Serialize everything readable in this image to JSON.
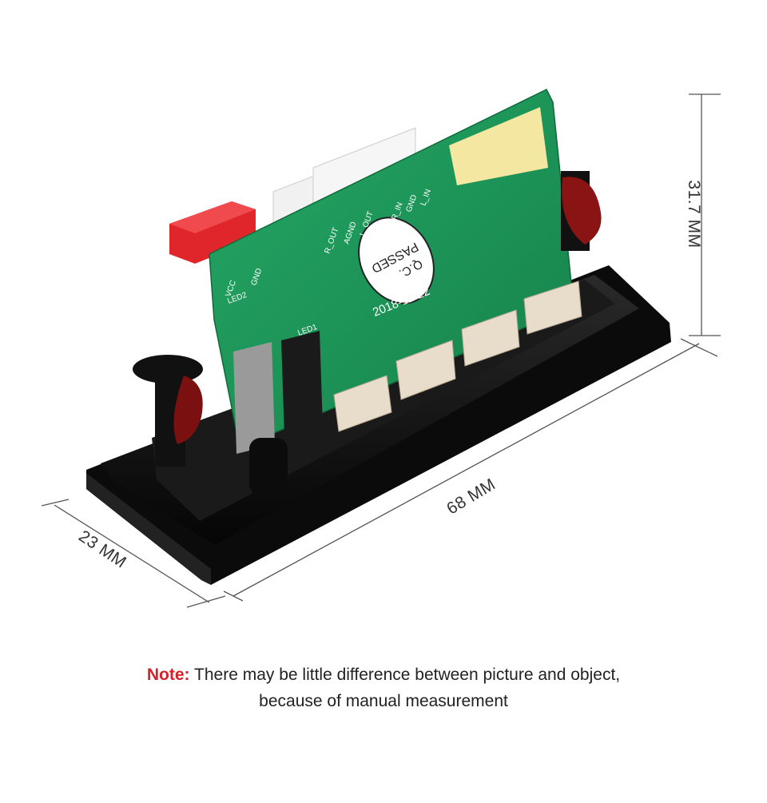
{
  "product": {
    "pcb_labels": {
      "passed": "PASSED",
      "qc": "Q.C.",
      "date": "2018-11-22",
      "rout": "R_OUT",
      "agnd": "AGND",
      "lout": "L_OUT",
      "rin": "R_IN",
      "gnd": "GND",
      "lin": "L_IN",
      "vcc": "VCC",
      "gnd2": "GND",
      "led2": "LED2",
      "led1": "LED1"
    }
  },
  "dimensions": {
    "height": "31.7 MM",
    "length": "68 MM",
    "depth": "23 MM"
  },
  "note": {
    "label": "Note:",
    "line1": " There may be little difference between picture and object,",
    "line2": "because of manual measurement"
  },
  "colors": {
    "pcb_green": "#1f9a5a",
    "frame_black": "#121212",
    "connector_red": "#e0262b",
    "accent_red": "#d8202a"
  }
}
